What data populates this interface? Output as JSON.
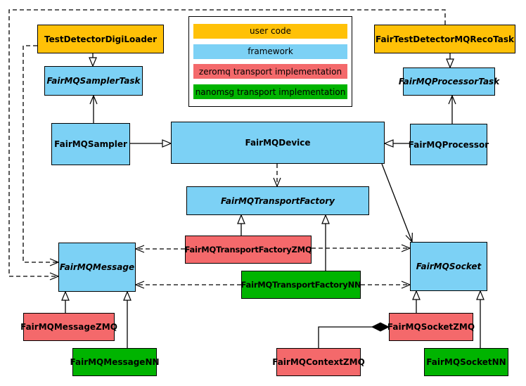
{
  "diagram": {
    "kind": "uml-class-diagram",
    "colors": {
      "user_code": "#FFC107",
      "framework": "#7CD1F5",
      "zeromq": "#F4696B",
      "nanomsg": "#00B400"
    },
    "legend": {
      "items": [
        {
          "label": "user code",
          "color": "#FFC107"
        },
        {
          "label": "framework",
          "color": "#7CD1F5"
        },
        {
          "label": "zeromq transport implementation",
          "color": "#F4696B"
        },
        {
          "label": "nanomsg transport implementation",
          "color": "#00B400"
        }
      ]
    },
    "nodes": {
      "digi_loader": {
        "label": "TestDetectorDigiLoader",
        "color": "#FFC107",
        "abstract": false
      },
      "reco_task": {
        "label": "FairTestDetectorMQRecoTask",
        "color": "#FFC107",
        "abstract": false
      },
      "sampler_task": {
        "label": "FairMQSamplerTask",
        "color": "#7CD1F5",
        "abstract": true
      },
      "processor_task": {
        "label": "FairMQProcessorTask",
        "color": "#7CD1F5",
        "abstract": true
      },
      "sampler": {
        "label": "FairMQSampler",
        "color": "#7CD1F5",
        "abstract": false
      },
      "device": {
        "label": "FairMQDevice",
        "color": "#7CD1F5",
        "abstract": false
      },
      "processor": {
        "label": "FairMQProcessor",
        "color": "#7CD1F5",
        "abstract": false
      },
      "transport_factory": {
        "label": "FairMQTransportFactory",
        "color": "#7CD1F5",
        "abstract": true
      },
      "tf_zmq": {
        "label": "FairMQTransportFactoryZMQ",
        "color": "#F4696B",
        "abstract": false
      },
      "tf_nn": {
        "label": "FairMQTransportFactoryNN",
        "color": "#00B400",
        "abstract": false
      },
      "message": {
        "label": "FairMQMessage",
        "color": "#7CD1F5",
        "abstract": true
      },
      "socket": {
        "label": "FairMQSocket",
        "color": "#7CD1F5",
        "abstract": true
      },
      "message_zmq": {
        "label": "FairMQMessageZMQ",
        "color": "#F4696B",
        "abstract": false
      },
      "message_nn": {
        "label": "FairMQMessageNN",
        "color": "#00B400",
        "abstract": false
      },
      "context_zmq": {
        "label": "FairMQContextZMQ",
        "color": "#F4696B",
        "abstract": false
      },
      "socket_zmq": {
        "label": "FairMQSocketZMQ",
        "color": "#F4696B",
        "abstract": false
      },
      "socket_nn": {
        "label": "FairMQSocketNN",
        "color": "#00B400",
        "abstract": false
      }
    },
    "edges": [
      {
        "from": "TestDetectorDigiLoader",
        "to": "FairMQSamplerTask",
        "type": "generalization",
        "style": "solid"
      },
      {
        "from": "FairTestDetectorMQRecoTask",
        "to": "FairMQProcessorTask",
        "type": "generalization",
        "style": "solid"
      },
      {
        "from": "FairMQSampler",
        "to": "FairMQDevice",
        "type": "generalization",
        "style": "solid"
      },
      {
        "from": "FairMQProcessor",
        "to": "FairMQDevice",
        "type": "generalization",
        "style": "solid"
      },
      {
        "from": "FairMQSampler",
        "to": "FairMQSamplerTask",
        "type": "association",
        "style": "solid"
      },
      {
        "from": "FairMQProcessor",
        "to": "FairMQProcessorTask",
        "type": "association",
        "style": "solid"
      },
      {
        "from": "FairMQDevice",
        "to": "FairMQTransportFactory",
        "type": "dependency",
        "style": "dashed"
      },
      {
        "from": "FairMQDevice",
        "to": "FairMQSocket",
        "type": "association",
        "style": "solid"
      },
      {
        "from": "FairMQTransportFactoryZMQ",
        "to": "FairMQTransportFactory",
        "type": "generalization",
        "style": "solid"
      },
      {
        "from": "FairMQTransportFactoryNN",
        "to": "FairMQTransportFactory",
        "type": "generalization",
        "style": "solid"
      },
      {
        "from": "FairMQTransportFactoryZMQ",
        "to": "FairMQMessage",
        "type": "dependency",
        "style": "dashed"
      },
      {
        "from": "FairMQTransportFactoryZMQ",
        "to": "FairMQSocket",
        "type": "dependency",
        "style": "dashed"
      },
      {
        "from": "FairMQTransportFactoryNN",
        "to": "FairMQMessage",
        "type": "dependency",
        "style": "dashed"
      },
      {
        "from": "FairMQTransportFactoryNN",
        "to": "FairMQSocket",
        "type": "dependency",
        "style": "dashed"
      },
      {
        "from": "TestDetectorDigiLoader",
        "to": "FairMQMessage",
        "type": "dependency",
        "style": "dashed"
      },
      {
        "from": "FairTestDetectorMQRecoTask",
        "to": "FairMQMessage",
        "type": "dependency",
        "style": "dashed"
      },
      {
        "from": "FairMQMessageZMQ",
        "to": "FairMQMessage",
        "type": "generalization",
        "style": "solid"
      },
      {
        "from": "FairMQMessageNN",
        "to": "FairMQMessage",
        "type": "generalization",
        "style": "solid"
      },
      {
        "from": "FairMQSocketZMQ",
        "to": "FairMQSocket",
        "type": "generalization",
        "style": "solid"
      },
      {
        "from": "FairMQSocketNN",
        "to": "FairMQSocket",
        "type": "generalization",
        "style": "solid"
      },
      {
        "from": "FairMQContextZMQ",
        "to": "FairMQSocketZMQ",
        "type": "composition",
        "style": "solid"
      }
    ]
  }
}
